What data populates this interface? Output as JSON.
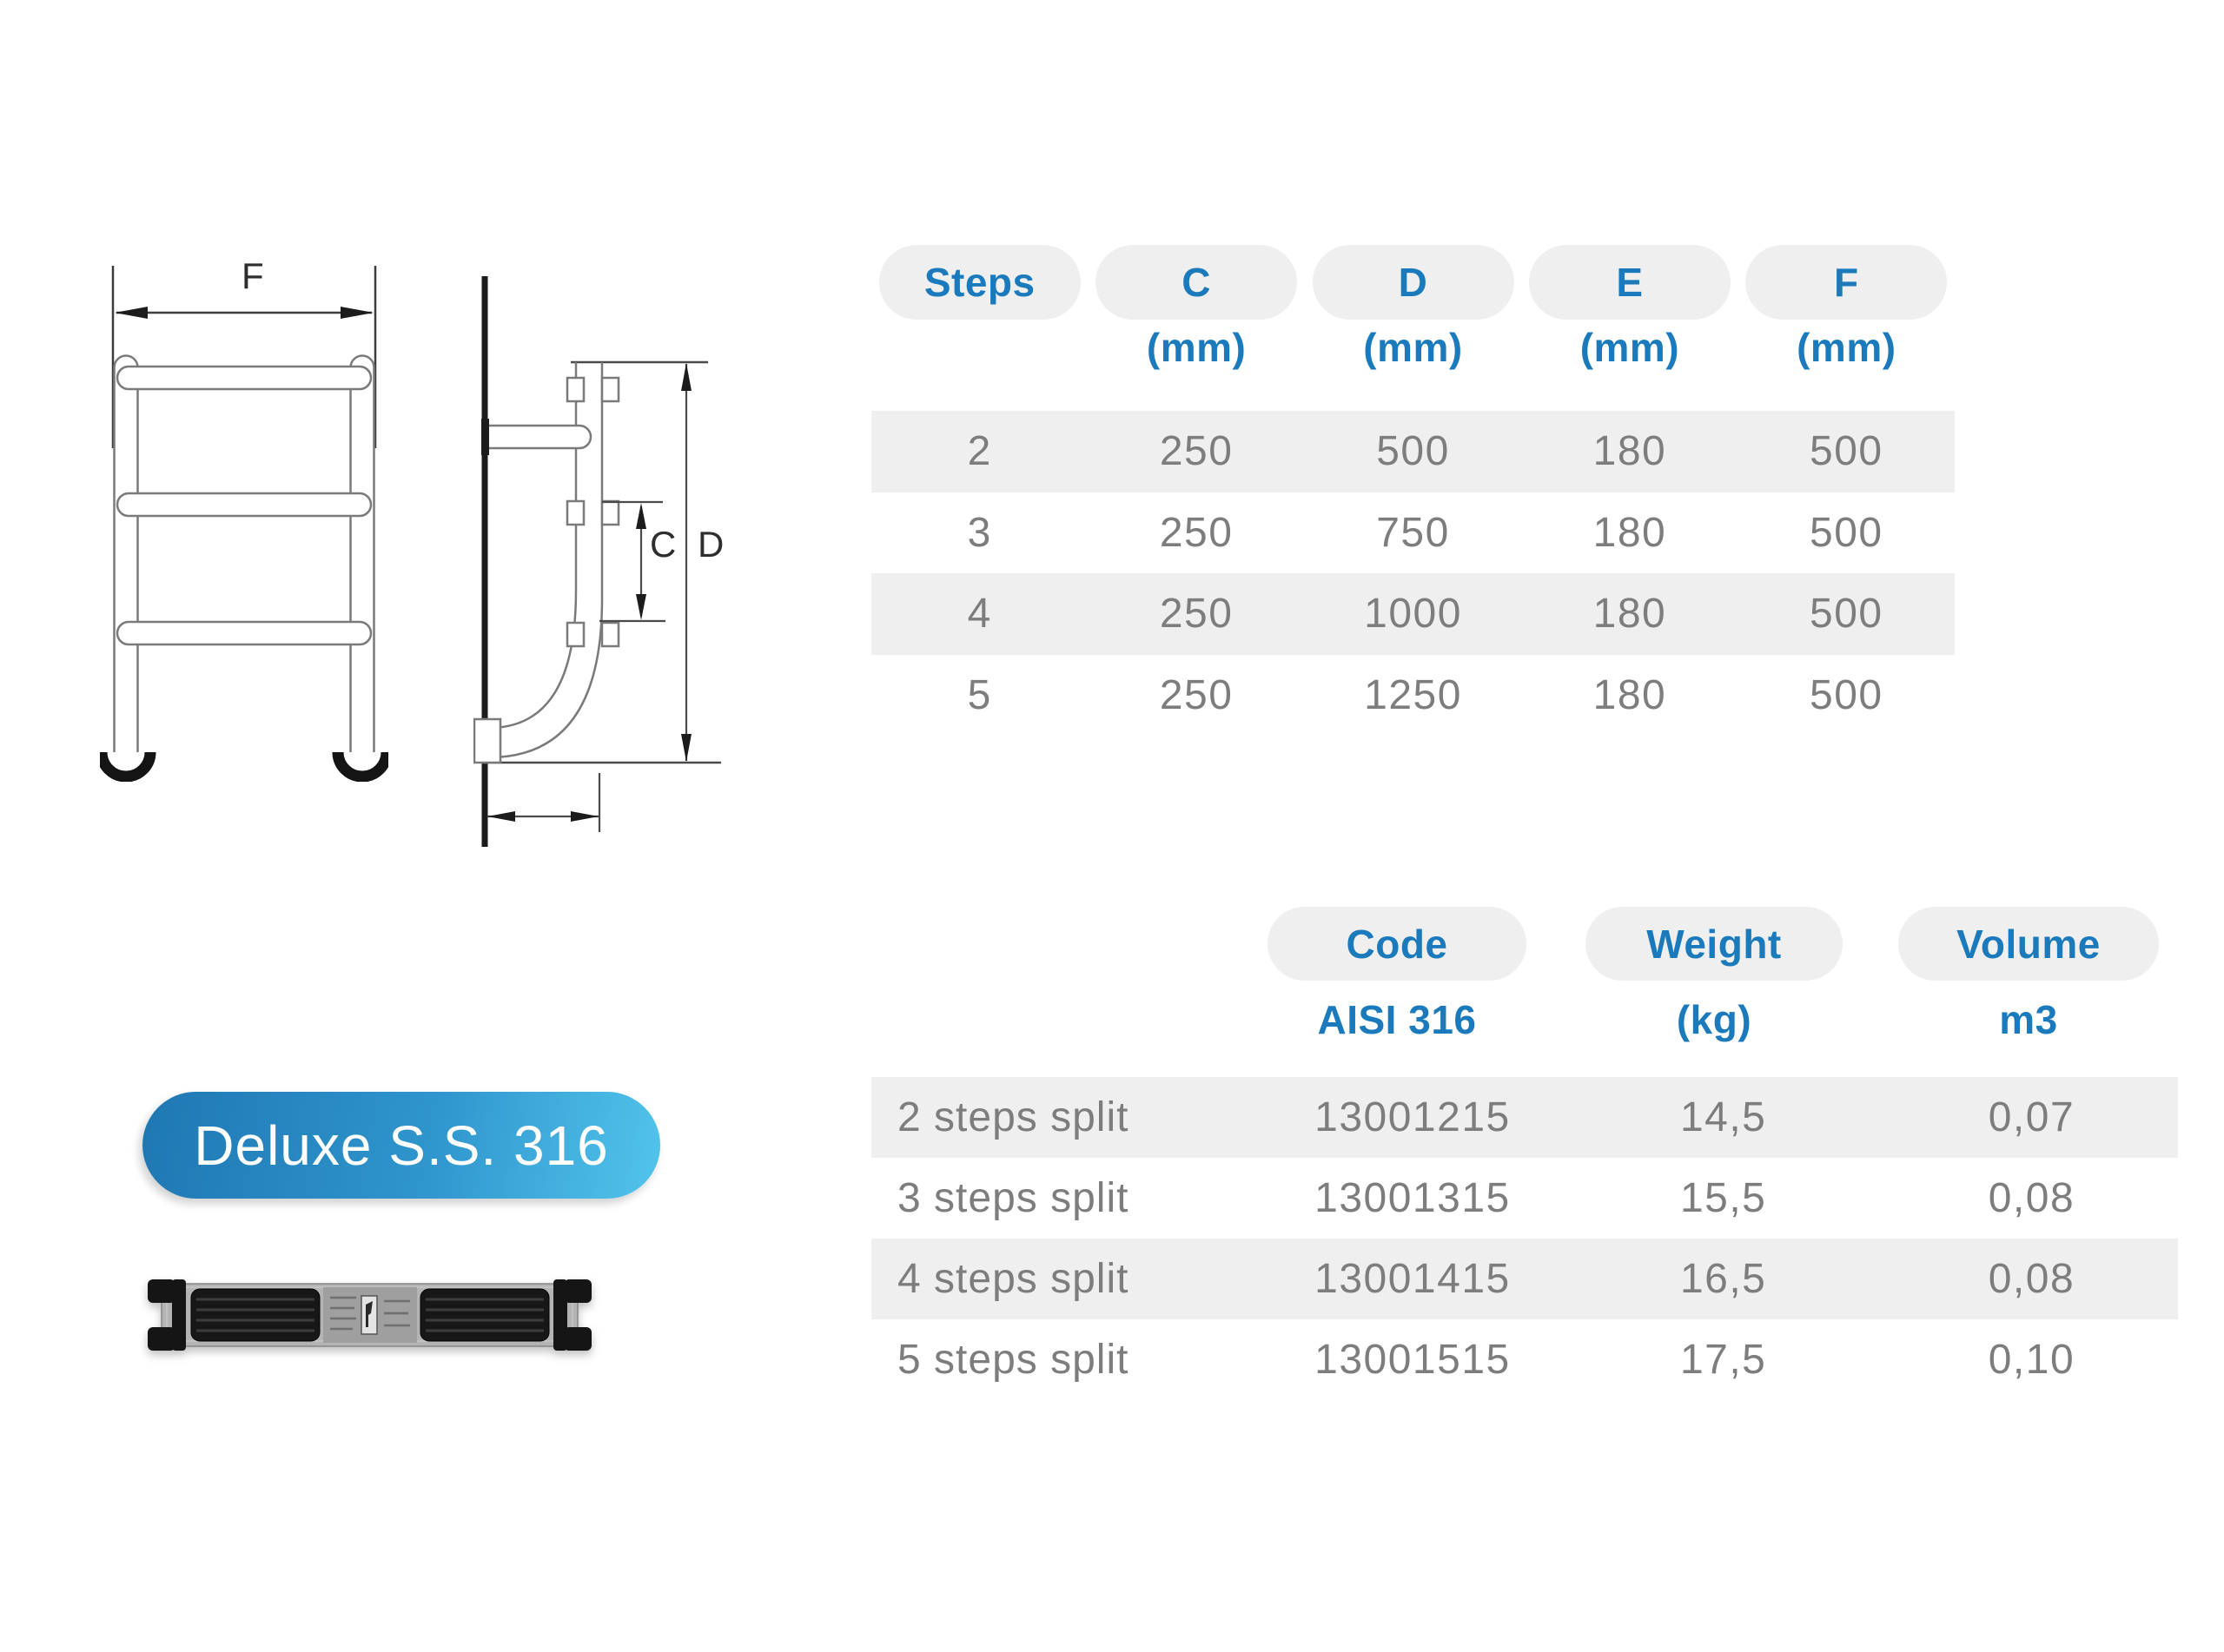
{
  "badge": {
    "label": "Deluxe S.S. 316"
  },
  "diagrams": {
    "front": {
      "width_label": "F"
    },
    "side": {
      "rung_spacing_label": "C",
      "height_label": "D"
    }
  },
  "dimensions_table": {
    "headers": [
      "Steps",
      "C",
      "D",
      "E",
      "F"
    ],
    "units": [
      "",
      "(mm)",
      "(mm)",
      "(mm)",
      "(mm)"
    ],
    "rows": [
      [
        "2",
        "250",
        "500",
        "180",
        "500"
      ],
      [
        "3",
        "250",
        "750",
        "180",
        "500"
      ],
      [
        "4",
        "250",
        "1000",
        "180",
        "500"
      ],
      [
        "5",
        "250",
        "1250",
        "180",
        "500"
      ]
    ]
  },
  "products_table": {
    "headers": [
      "Code",
      "Weight",
      "Volume"
    ],
    "units": [
      "AISI 316",
      "(kg)",
      "m3"
    ],
    "rows": [
      {
        "name": "2 steps split",
        "code": "13001215",
        "weight": "14,5",
        "volume": "0,07"
      },
      {
        "name": "3 steps split",
        "code": "13001315",
        "weight": "15,5",
        "volume": "0,08"
      },
      {
        "name": "4 steps split",
        "code": "13001415",
        "weight": "16,5",
        "volume": "0,08"
      },
      {
        "name": "5 steps split",
        "code": "13001515",
        "weight": "17,5",
        "volume": "0,10"
      }
    ]
  },
  "colors": {
    "accent_blue": "#1b7abc",
    "text_gray": "#7d7d7d",
    "band_gray": "#efefef",
    "badge_gradient_start": "#1f77b2",
    "badge_gradient_end": "#52c4ec"
  }
}
